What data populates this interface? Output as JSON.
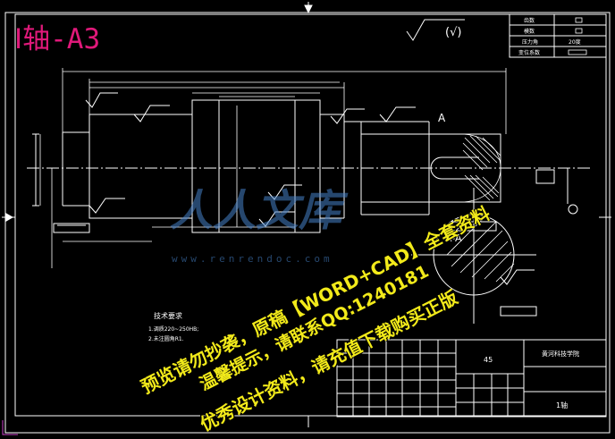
{
  "title": "Ⅰ轴-A3",
  "roughness_symbol": "(√)",
  "section_label_a": "A",
  "section_view_label": "A-A",
  "tech_requirements": {
    "heading": "技术要求",
    "items": [
      "1.调质220~250HB;",
      "2.未注圆角R1."
    ]
  },
  "param_table": {
    "rows": [
      {
        "label": "齿数",
        "value": ""
      },
      {
        "label": "模数",
        "value": ""
      },
      {
        "label": "压力角",
        "value": "20度"
      },
      {
        "label": "变位系数",
        "value": ""
      }
    ]
  },
  "title_block": {
    "material": "45",
    "school": "黄河科技学院",
    "part_name": "1轴"
  },
  "watermark": {
    "logo": "人人文库",
    "url": "www.renrendoc.com",
    "line1": "预览请勿抄袭，原稿【WORD+CAD】全套资料",
    "line2": "温馨提示，请联系QQ:1240181",
    "line3": "优秀设计资料，请充值下载购买正版"
  },
  "colors": {
    "background": "#000000",
    "lines": "#ffffff",
    "title": "#e0197a",
    "watermark": "#f2ea1a",
    "logo": "#4682c8"
  }
}
